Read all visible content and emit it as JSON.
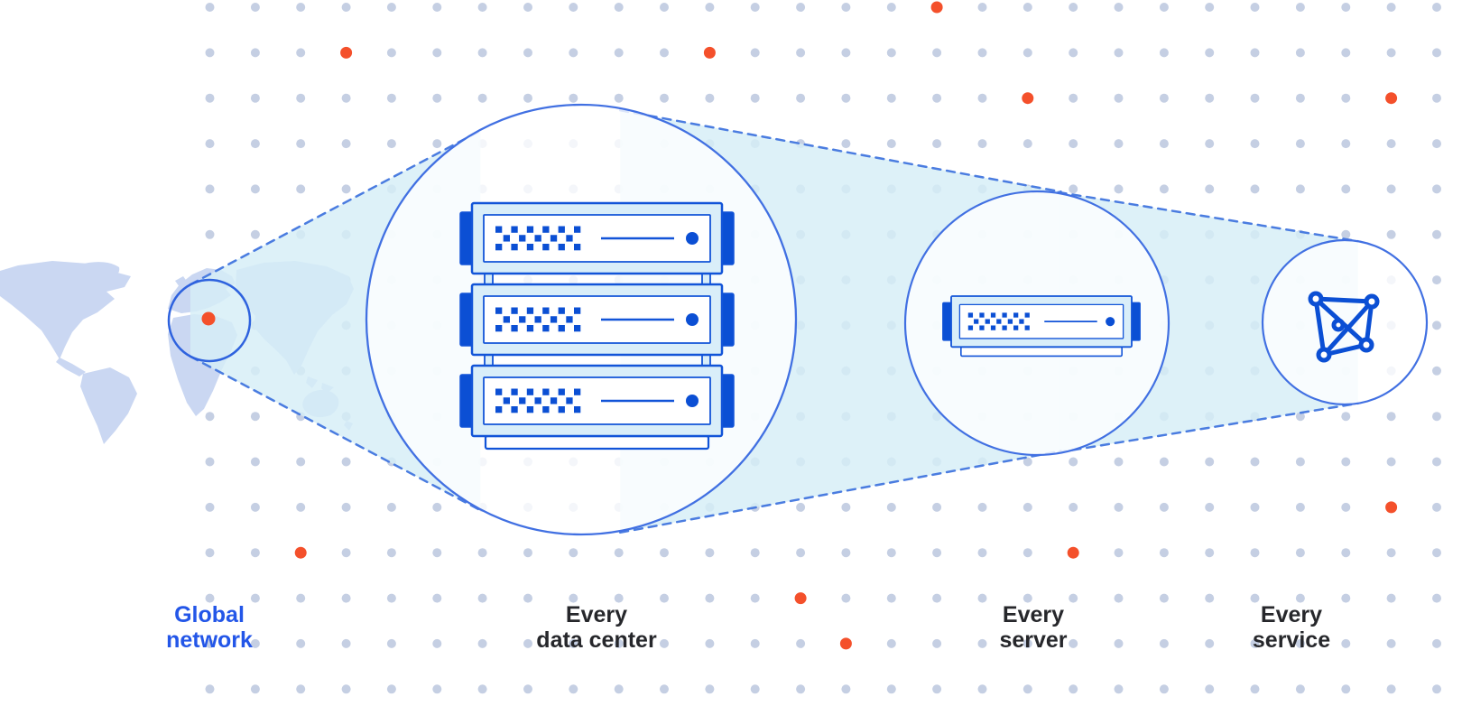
{
  "diagram_title": "Global network zoom-in diagram",
  "stages": [
    {
      "id": "global-network",
      "line1": "Global",
      "line2": "network",
      "highlighted": true
    },
    {
      "id": "every-data-center",
      "line1": "Every",
      "line2": "data center",
      "highlighted": false
    },
    {
      "id": "every-server",
      "line1": "Every",
      "line2": "server",
      "highlighted": false
    },
    {
      "id": "every-service",
      "line1": "Every",
      "line2": "service",
      "highlighted": false
    }
  ],
  "icons": {
    "map": "world-map",
    "marker": "map-marker-dot",
    "data_center": "server-rack-icon",
    "server": "server-icon",
    "service": "network-mesh-icon"
  },
  "colors": {
    "blue_stroke": "#1254d8",
    "blue_solid": "#0b4fd4",
    "server_body": "#d9eef9",
    "circle_stroke": "#4170e2",
    "map_circle_stroke": "#2e62de",
    "dash": "#4a7ce0",
    "beam": "#d6eef6",
    "map": "#cad7f2",
    "grid_dot": "#c2cce1",
    "orange": "#f4502b",
    "label_dark": "#26272b",
    "label_blue": "#2356e8"
  },
  "grid": {
    "orange_dots": [
      [
        16,
        0
      ],
      [
        3,
        1
      ],
      [
        11,
        1
      ],
      [
        18,
        2
      ],
      [
        26,
        2
      ],
      [
        26,
        11
      ],
      [
        2,
        12
      ],
      [
        19,
        12
      ],
      [
        13,
        13
      ],
      [
        14,
        14
      ]
    ]
  }
}
